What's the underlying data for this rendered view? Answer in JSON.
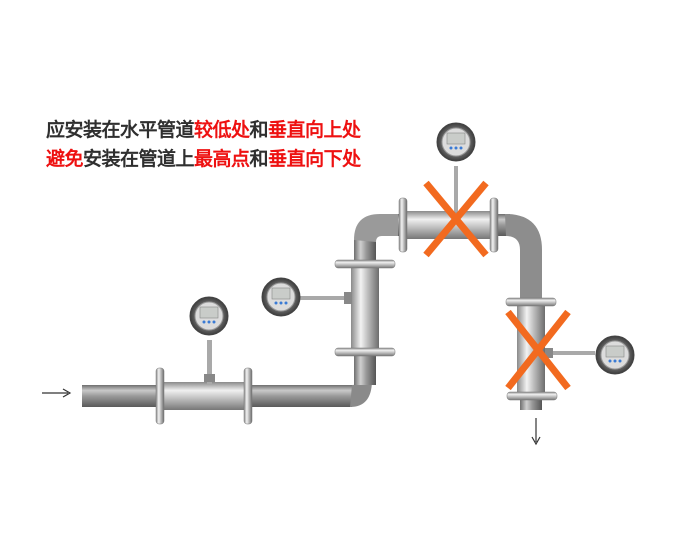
{
  "captions": {
    "line1": [
      {
        "text": "应安装在水平管道",
        "style": "dark"
      },
      {
        "text": "较低处",
        "style": "red"
      },
      {
        "text": "和",
        "style": "dark"
      },
      {
        "text": "垂直向上处",
        "style": "red"
      }
    ],
    "line2": [
      {
        "text": "避免",
        "style": "red"
      },
      {
        "text": "安装在管道上",
        "style": "dark"
      },
      {
        "text": "最高点",
        "style": "red"
      },
      {
        "text": "和",
        "style": "dark"
      },
      {
        "text": "垂直向下处",
        "style": "red"
      }
    ]
  },
  "colors": {
    "text_dark": "#2f2f2f",
    "text_red": "#ee1111",
    "cross_orange": "#f26a1f",
    "pipe_gray": "#8c8c8c"
  },
  "flow": {
    "inlet_arrow": "right-arrow",
    "outlet_arrow": "down-arrow"
  },
  "meters": [
    {
      "position": "horizontal-low",
      "status": "correct"
    },
    {
      "position": "vertical-up",
      "status": "correct"
    },
    {
      "position": "horizontal-top",
      "status": "incorrect"
    },
    {
      "position": "vertical-down",
      "status": "incorrect"
    }
  ]
}
